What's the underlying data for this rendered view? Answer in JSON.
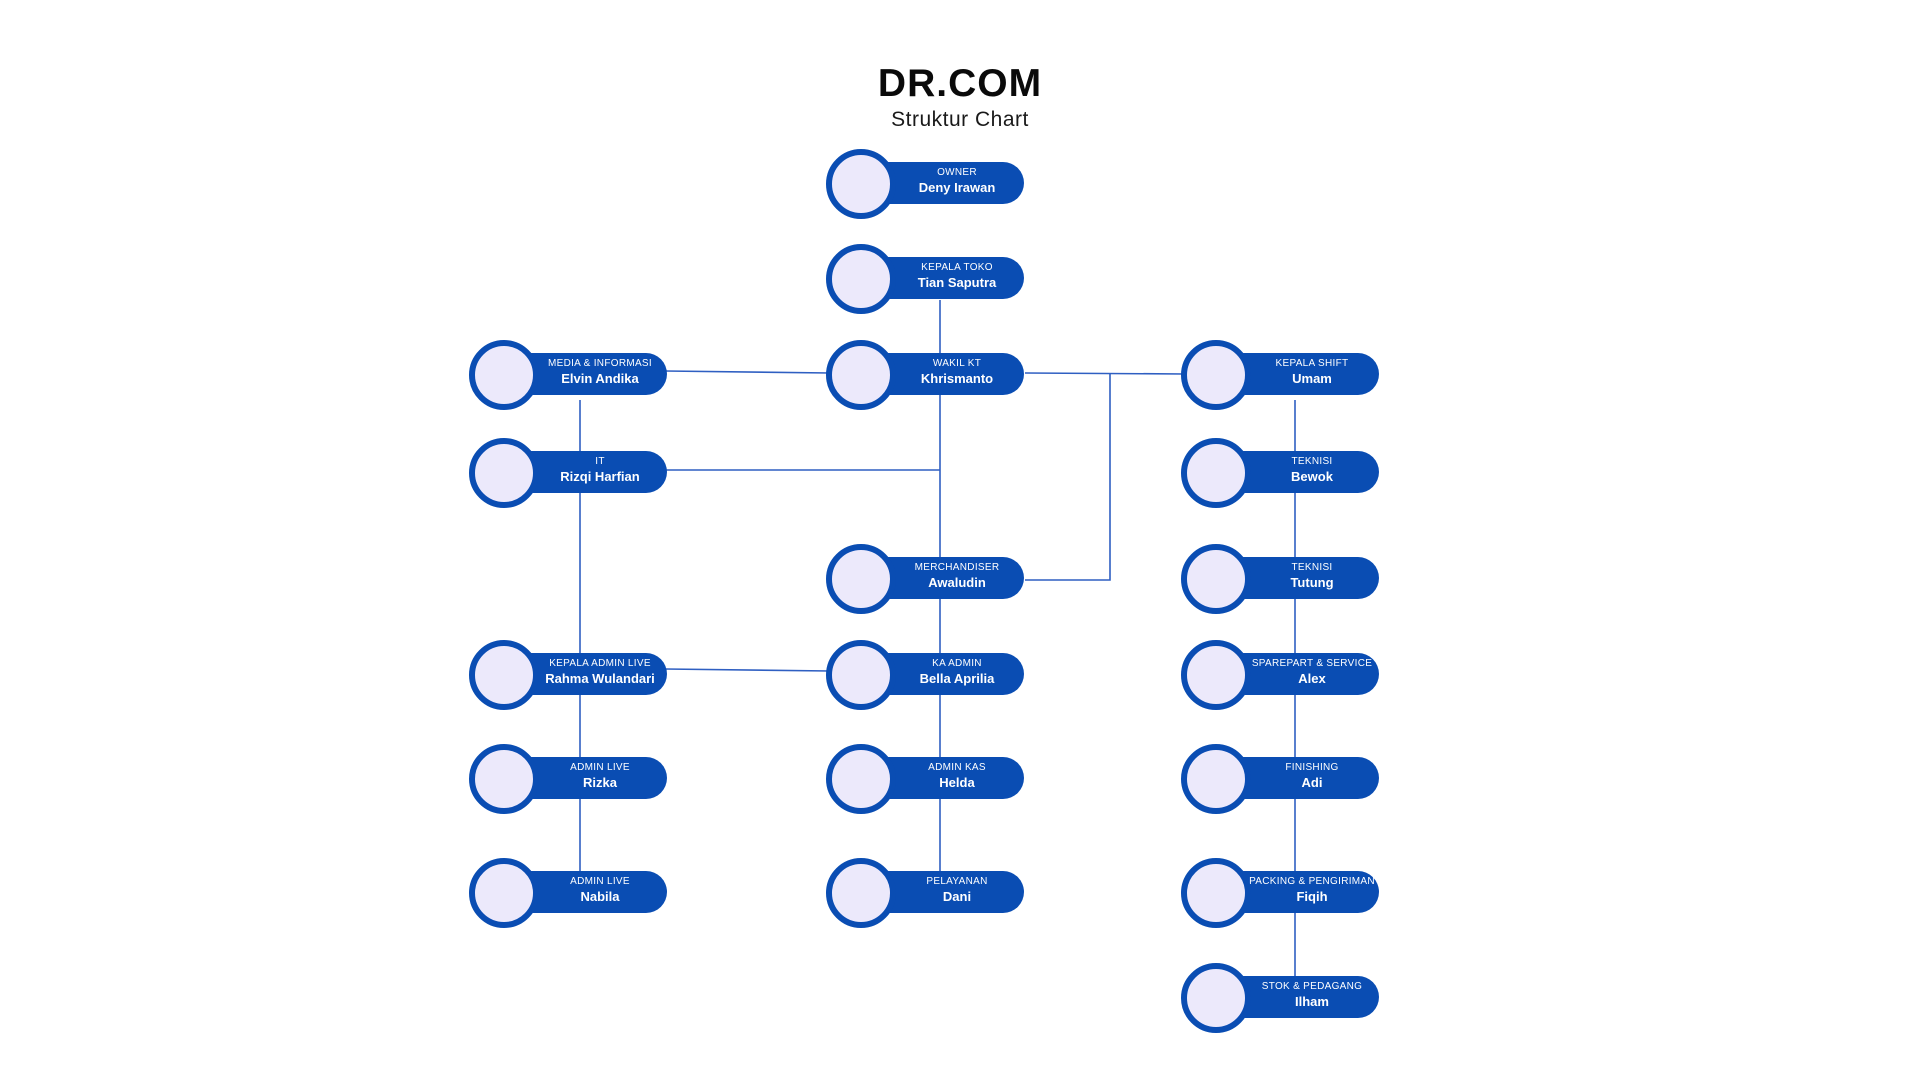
{
  "title": "DR.COM",
  "subtitle": "Struktur Chart",
  "accent_color": "#0a4db3",
  "avatar_fill": "#ece9fb",
  "nodes": [
    {
      "role": "OWNER",
      "name": "Deny Irawan"
    },
    {
      "role": "KEPALA TOKO",
      "name": "Tian Saputra"
    },
    {
      "role": "WAKIL KT",
      "name": "Khrismanto"
    },
    {
      "role": "MEDIA & INFORMASI",
      "name": "Elvin Andika"
    },
    {
      "role": "IT",
      "name": "Rizqi Harfian"
    },
    {
      "role": "KEPALA SHIFT",
      "name": "Umam"
    },
    {
      "role": "TEKNISI",
      "name": "Bewok"
    },
    {
      "role": "MERCHANDISER",
      "name": "Awaludin"
    },
    {
      "role": "TEKNISI",
      "name": "Tutung"
    },
    {
      "role": "KEPALA ADMIN LIVE",
      "name": "Rahma Wulandari"
    },
    {
      "role": "KA ADMIN",
      "name": "Bella Aprilia"
    },
    {
      "role": "SPAREPART & SERVICE",
      "name": "Alex"
    },
    {
      "role": "ADMIN LIVE",
      "name": "Rizka"
    },
    {
      "role": "ADMIN KAS",
      "name": "Helda"
    },
    {
      "role": "FINISHING",
      "name": "Adi"
    },
    {
      "role": "ADMIN LIVE",
      "name": "Nabila"
    },
    {
      "role": "PELAYANAN",
      "name": "Dani"
    },
    {
      "role": "PACKING & PENGIRIMAN",
      "name": "Fiqih"
    },
    {
      "role": "STOK & PEDAGANG",
      "name": "Ilham"
    }
  ]
}
